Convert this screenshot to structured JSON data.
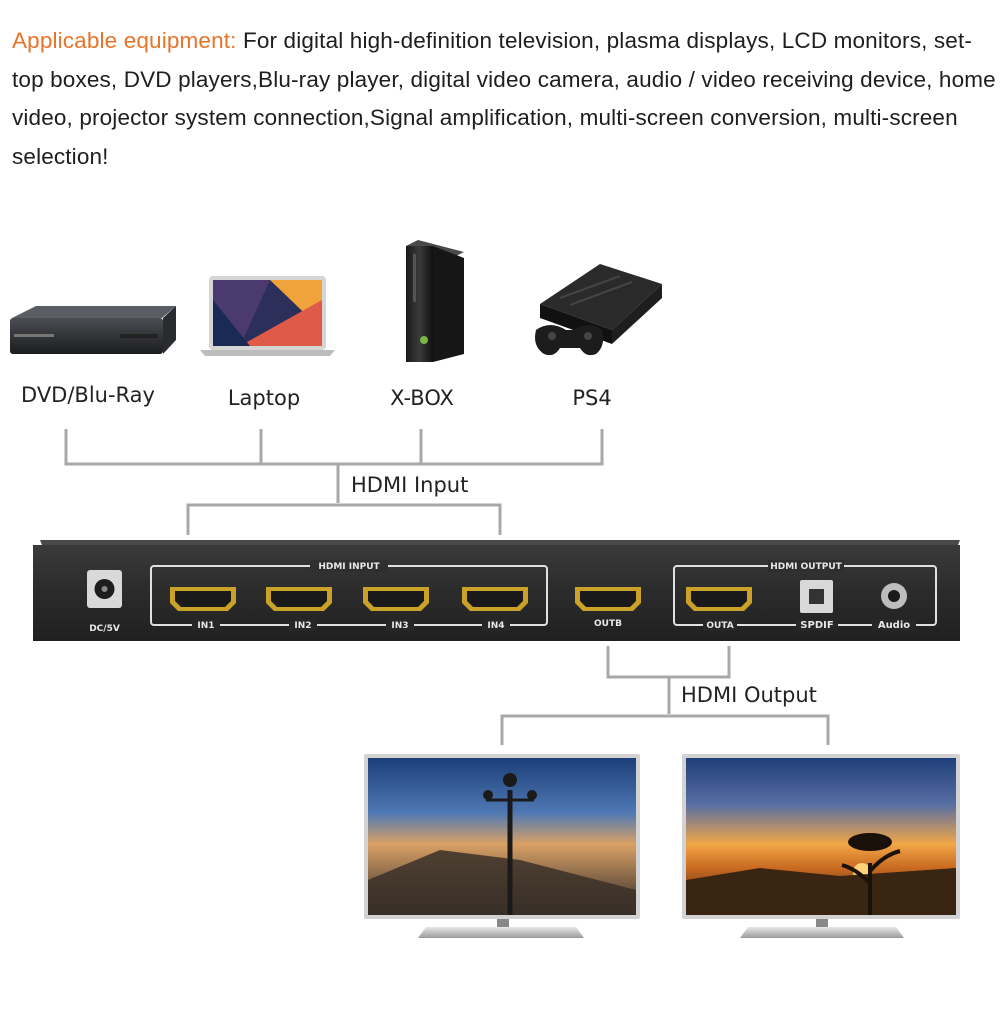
{
  "intro": {
    "label": "Applicable equipment:",
    "text": " For digital high-definition television, plasma displays, LCD monitors, set-top boxes, DVD players,Blu-ray player, digital video camera, audio / video receiving device, home video, projector system connection,Signal amplification, multi-screen conversion, multi-screen selection!"
  },
  "sources": [
    {
      "label": "DVD/Blu-Ray"
    },
    {
      "label": "Laptop"
    },
    {
      "label": "X-BOX"
    },
    {
      "label": "PS4"
    }
  ],
  "input_group_label": "HDMI Input",
  "output_group_label": "HDMI Output",
  "switch_panel": {
    "power_label": "DC/5V",
    "input_box_title": "HDMI INPUT",
    "inputs": [
      "IN1",
      "IN2",
      "IN3",
      "IN4"
    ],
    "output_b": "OUTB",
    "output_box_title": "HDMI OUTPUT",
    "output_a": "OUTA",
    "spdif": "SPDIF",
    "audio": "Audio"
  },
  "colors": {
    "accent": "#e8742a",
    "connector_line": "#a8a8a8",
    "panel": "#2d2d2d",
    "hdmi_port": "#c9a227"
  }
}
